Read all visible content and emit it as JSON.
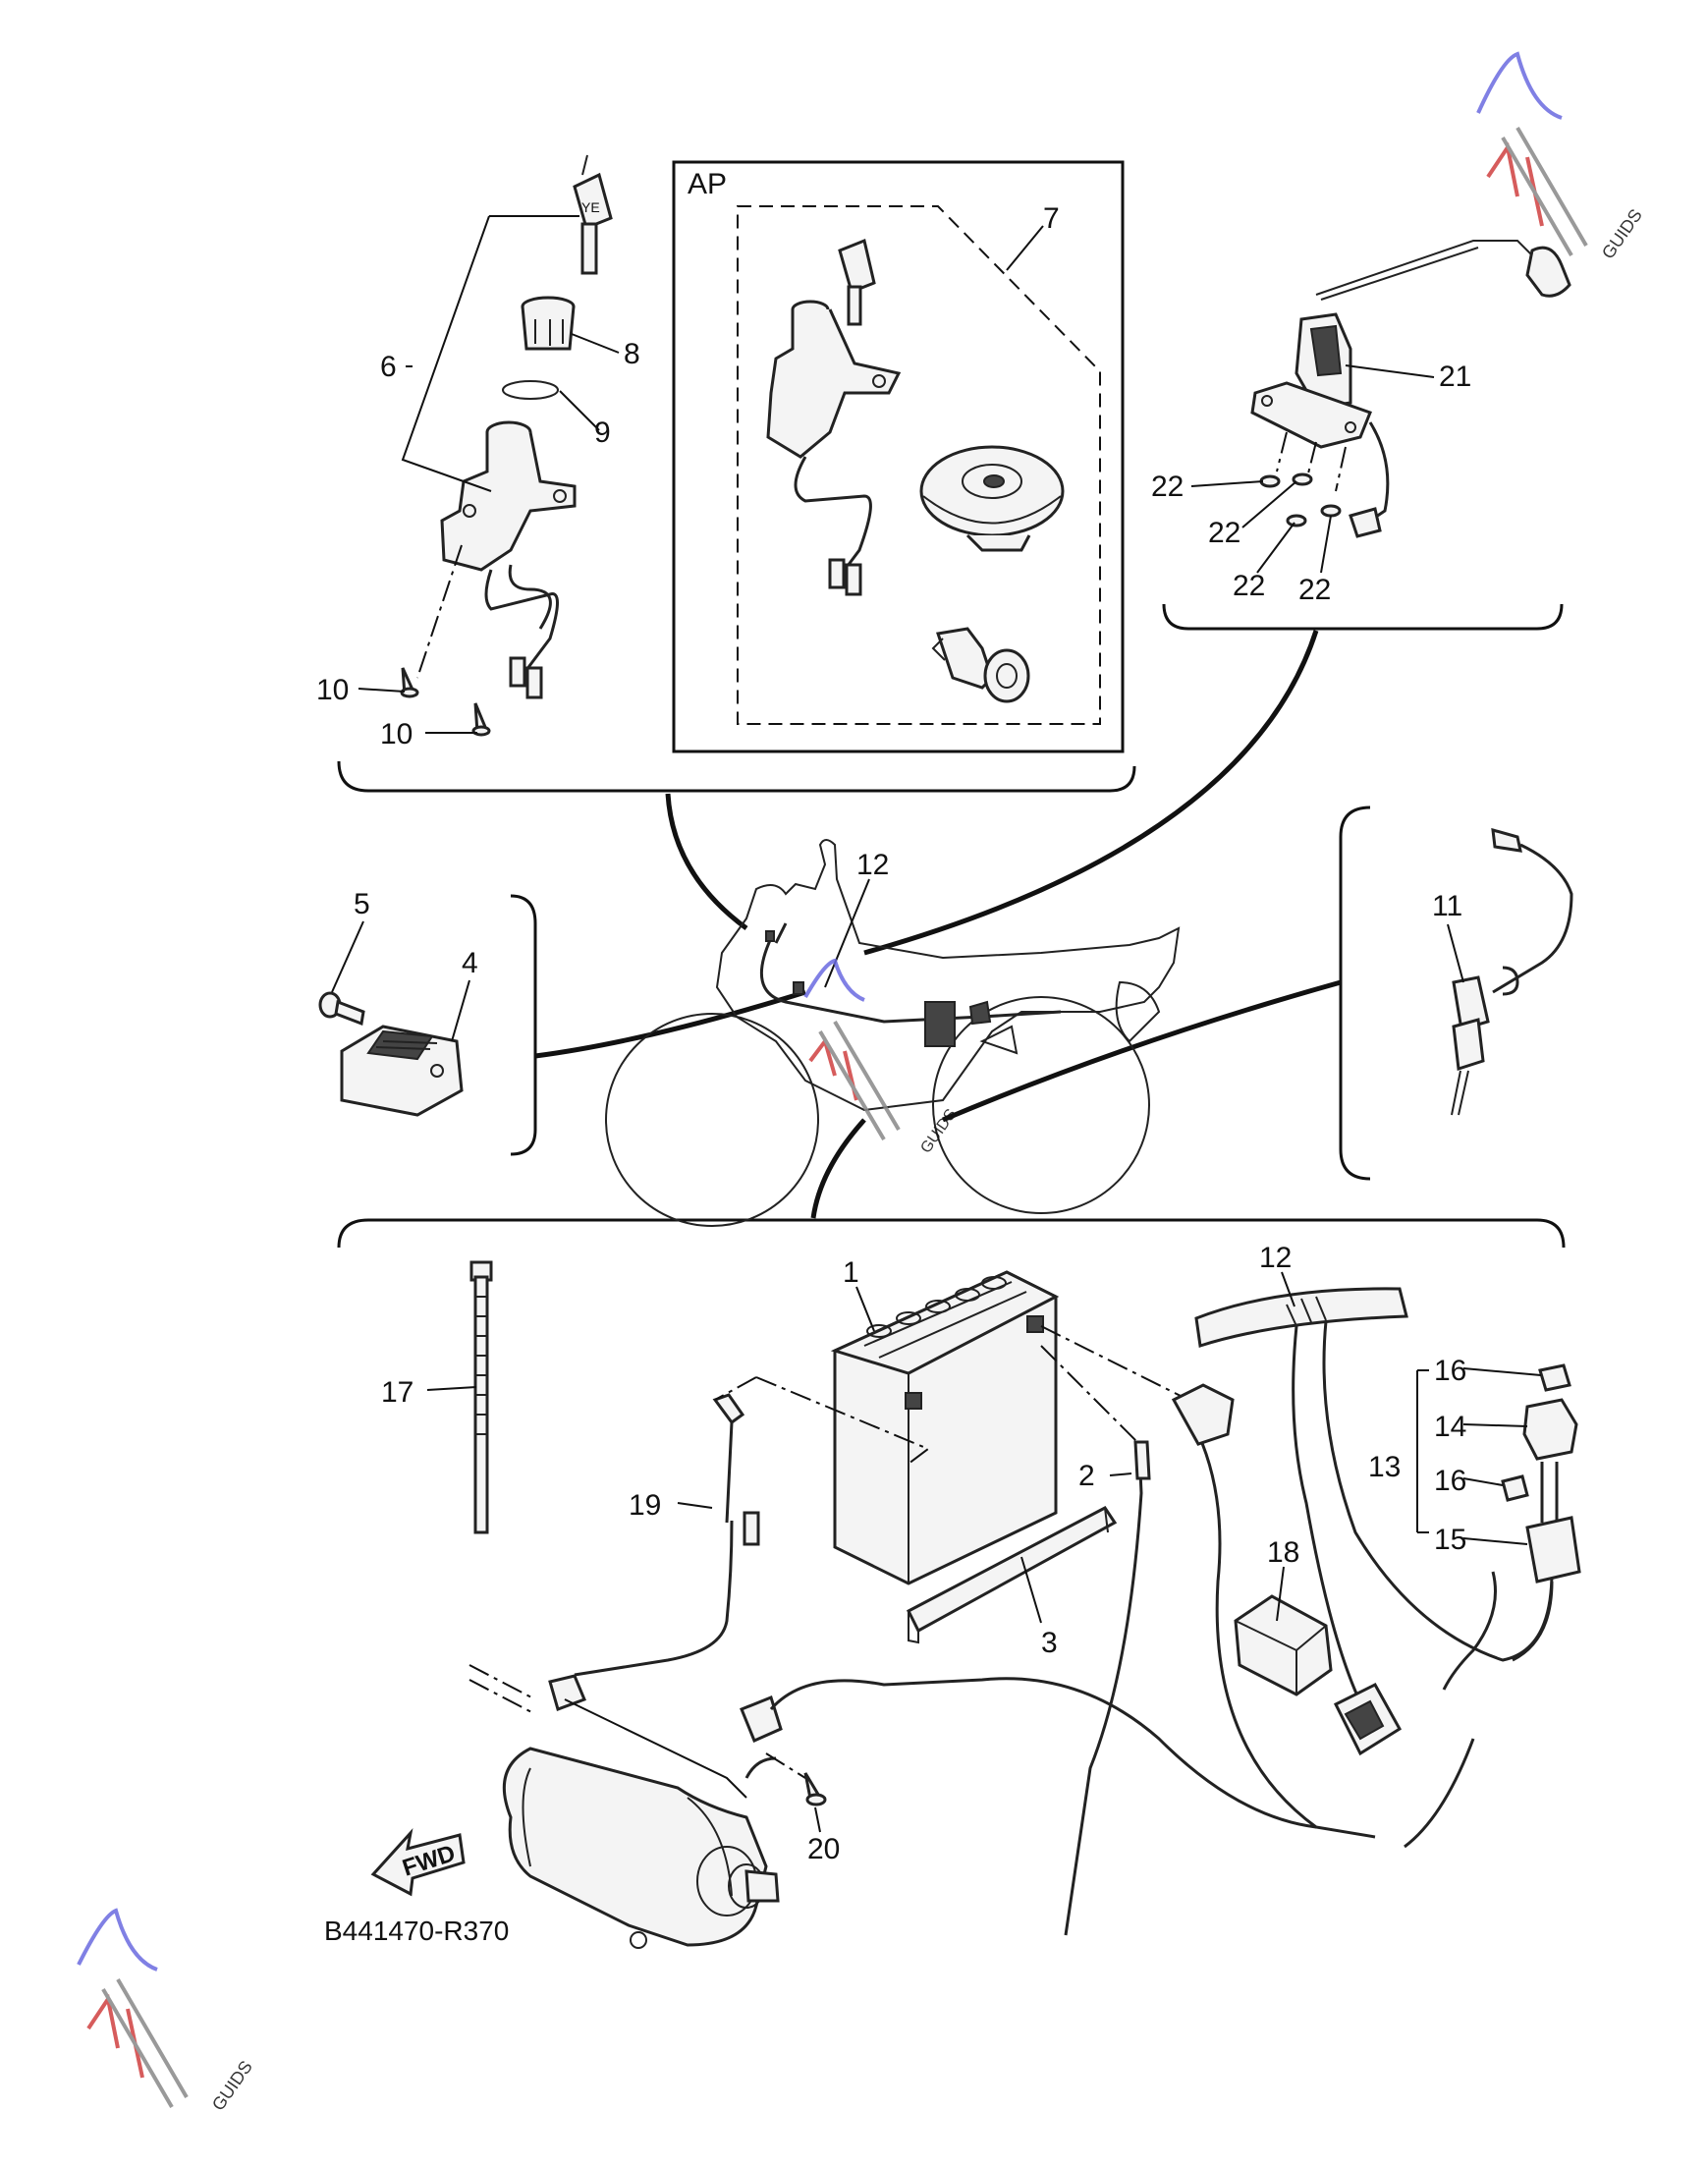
{
  "diagram": {
    "drawing_code": "B441470-R370",
    "group_label": "AP",
    "fwd_label": "FWD",
    "watermark_text": "GUIDS",
    "callouts": [
      {
        "id": "c1",
        "label": "1"
      },
      {
        "id": "c2",
        "label": "2"
      },
      {
        "id": "c3",
        "label": "3"
      },
      {
        "id": "c4",
        "label": "4"
      },
      {
        "id": "c5",
        "label": "5"
      },
      {
        "id": "c6",
        "label": "6"
      },
      {
        "id": "c7",
        "label": "7"
      },
      {
        "id": "c8",
        "label": "8"
      },
      {
        "id": "c9",
        "label": "9"
      },
      {
        "id": "c10a",
        "label": "10"
      },
      {
        "id": "c10b",
        "label": "10"
      },
      {
        "id": "c11",
        "label": "11"
      },
      {
        "id": "c12a",
        "label": "12"
      },
      {
        "id": "c12b",
        "label": "12"
      },
      {
        "id": "c13",
        "label": "13"
      },
      {
        "id": "c14",
        "label": "14"
      },
      {
        "id": "c15",
        "label": "15"
      },
      {
        "id": "c16a",
        "label": "16"
      },
      {
        "id": "c16b",
        "label": "16"
      },
      {
        "id": "c17",
        "label": "17"
      },
      {
        "id": "c18",
        "label": "18"
      },
      {
        "id": "c19",
        "label": "19"
      },
      {
        "id": "c20",
        "label": "20"
      },
      {
        "id": "c21",
        "label": "21"
      },
      {
        "id": "c22a",
        "label": "22"
      },
      {
        "id": "c22b",
        "label": "22"
      },
      {
        "id": "c22c",
        "label": "22"
      },
      {
        "id": "c22d",
        "label": "22"
      }
    ]
  }
}
